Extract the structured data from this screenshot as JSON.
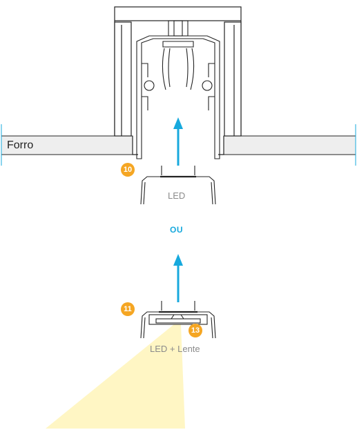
{
  "labels": {
    "ceiling": "Forro",
    "led": "LED",
    "separator": "OU",
    "led_lens": "LED + Lente"
  },
  "badges": {
    "b10": "10",
    "b11": "11",
    "b13": "13"
  },
  "colors": {
    "accent": "#17a9dd",
    "badge": "#f5a623",
    "light_beam": "#fff6c4",
    "outline": "#222222",
    "ceiling_fill": "#eeeeee",
    "label_grey": "#8a8a8a"
  }
}
